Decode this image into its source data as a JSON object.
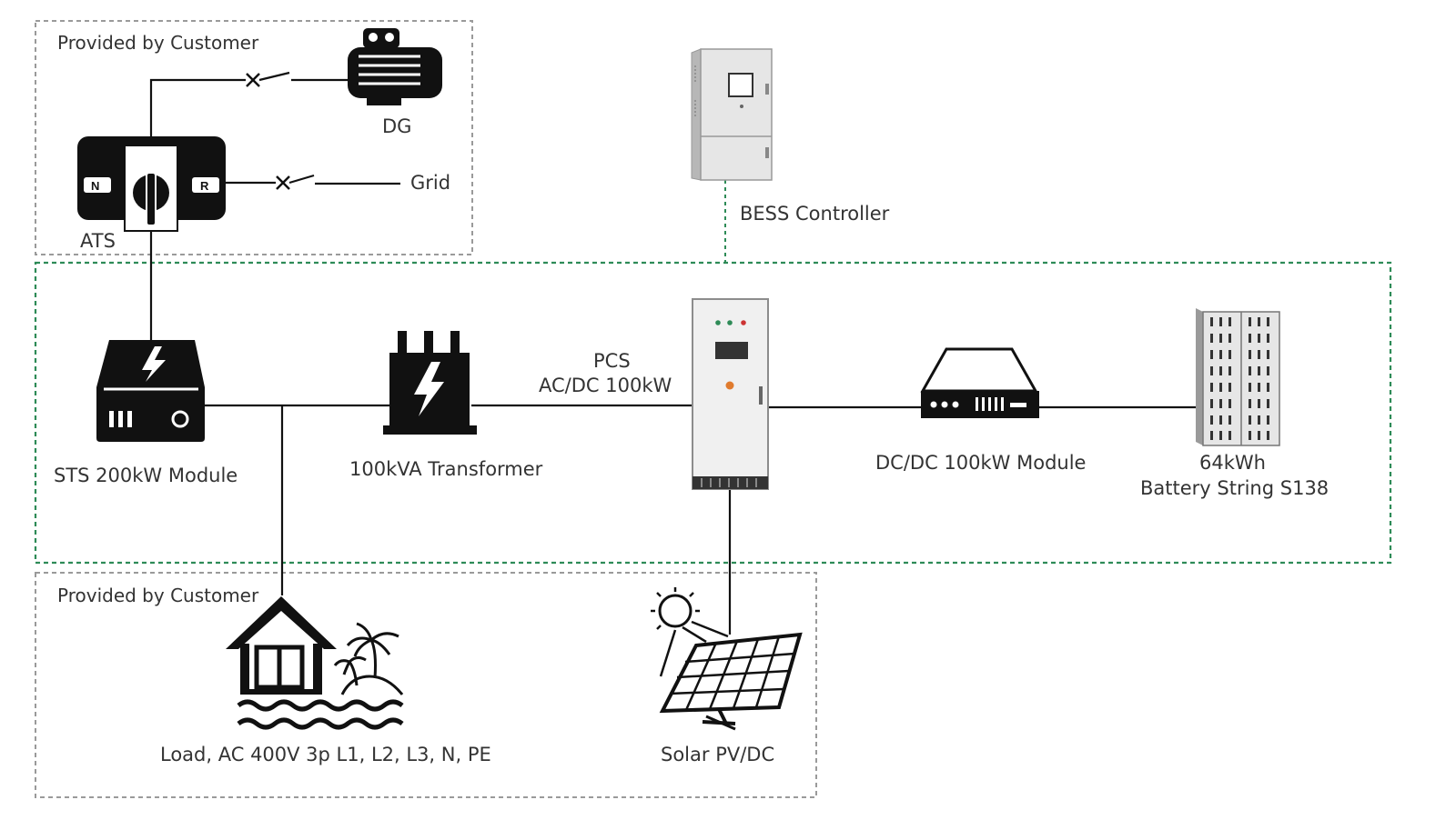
{
  "regions": {
    "customer_top": "Provided by Customer",
    "customer_bottom": "Provided by Customer"
  },
  "nodes": {
    "dg": "DG",
    "grid": "Grid",
    "ats": "ATS",
    "ats_n": "N",
    "ats_r": "R",
    "bess_controller": "BESS Controller",
    "sts": "STS 200kW Module",
    "transformer": "100kVA Transformer",
    "pcs_line1": "PCS",
    "pcs_line2": "AC/DC 100kW",
    "dcdc": "DC/DC 100kW Module",
    "battery_line1": "64kWh",
    "battery_line2": "Battery String S138",
    "load": "Load, AC 400V 3p L1, L2, L3, N, PE",
    "solar": "Solar PV/DC"
  },
  "colors": {
    "bess_boundary": "#2e8b57",
    "customer_boundary": "#9a9a9a",
    "wire": "#111111",
    "label": "#333333"
  }
}
